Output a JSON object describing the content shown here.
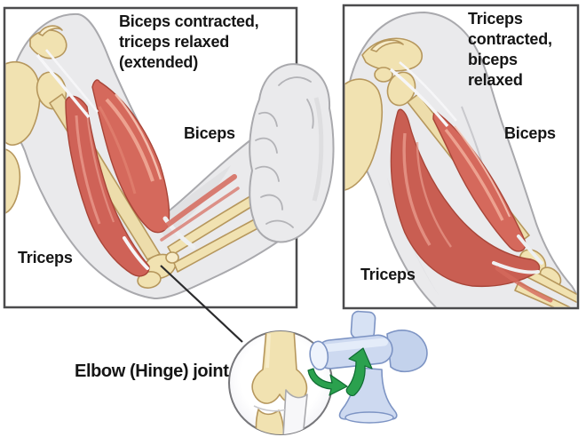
{
  "panels": {
    "left": {
      "caption": "Biceps contracted,\ntriceps relaxed\n(extended)",
      "biceps_label": "Biceps",
      "triceps_label": "Triceps"
    },
    "right": {
      "caption": "Triceps\ncontracted,\nbiceps\nrelaxed",
      "biceps_label": "Biceps",
      "triceps_label": "Triceps"
    }
  },
  "inset": {
    "label": "Elbow (Hinge) joint"
  },
  "icons": {
    "rotation_arrows": "rotation-arrow-icon",
    "leader_line": "leader-line"
  },
  "colors": {
    "background": "#ffffff",
    "panel_border": "#4b4b4d",
    "text": "#151515",
    "skin": "#eaeaec",
    "skin_outline": "#a9a9ad",
    "bone_tan": "#f1e2b1",
    "bone_outline": "#b6975d",
    "muscle_red": "#d4695e",
    "muscle_dark": "#a84538",
    "muscle_highlight": "#efa896",
    "tendon_white": "#f6f6f8",
    "hinge_blue": "#cdd9f0",
    "hinge_blue_light": "#e7edf9",
    "hinge_outline": "#7d94c4",
    "arrow_green": "#2ba14e",
    "arrow_green_dark": "#0f6b32"
  }
}
